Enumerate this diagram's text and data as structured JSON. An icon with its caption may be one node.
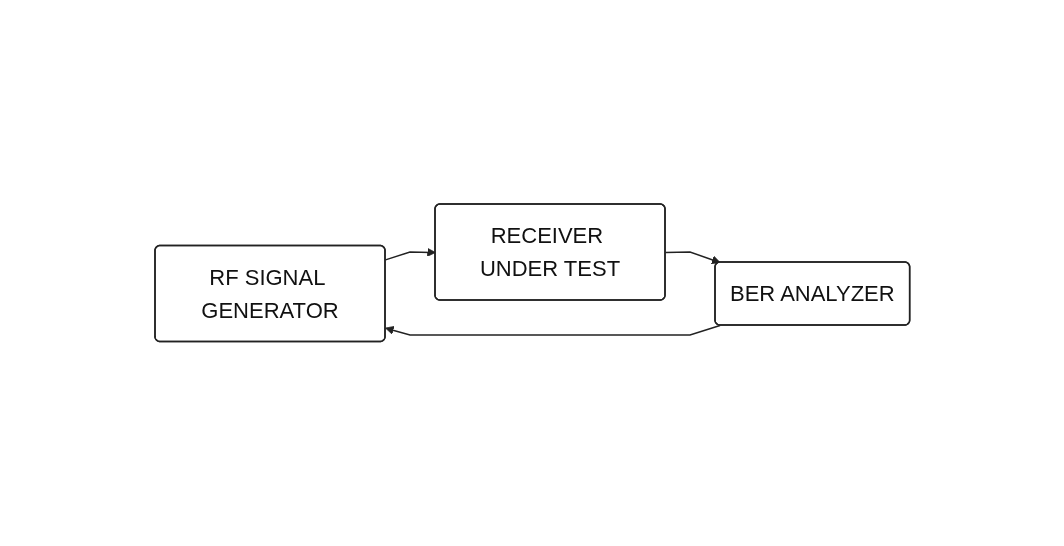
{
  "diagram": {
    "nodes": [
      {
        "text": [
          "RF SIGNAL GENERATOR"
        ]
      },
      {
        "text": [
          "RECEIVER UNDER TEST"
        ]
      },
      {
        "text": [
          "BER ANALYZER"
        ]
      }
    ],
    "edges": [
      {
        "from": 0,
        "to": 1,
        "arrow": "to"
      },
      {
        "from": 1,
        "to": 2,
        "arrow": "to"
      },
      {
        "from": 2,
        "to": 0,
        "arrow": "to"
      }
    ]
  }
}
